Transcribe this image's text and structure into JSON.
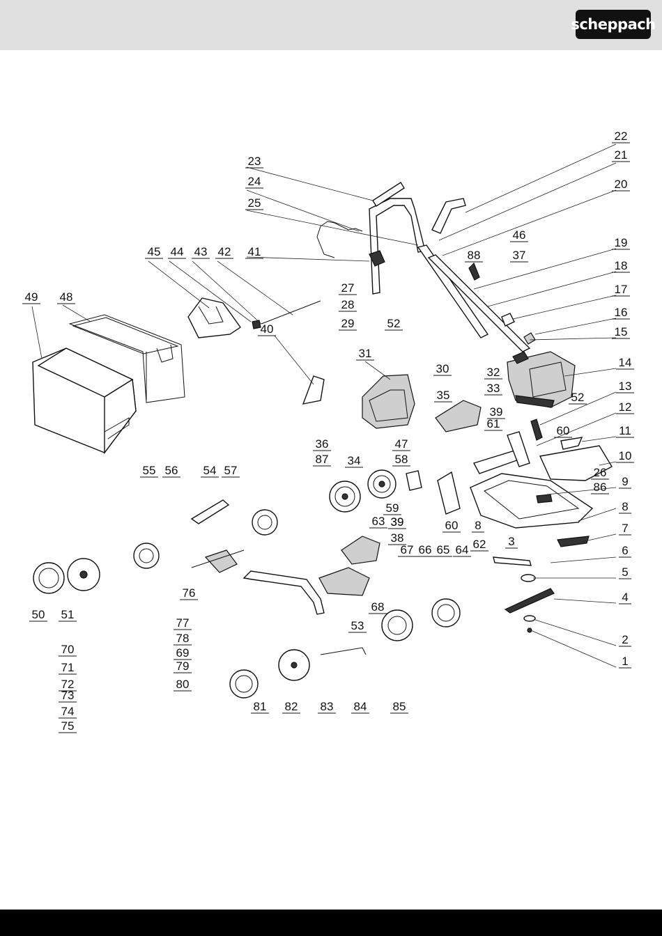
{
  "header": {
    "brand": "scheppach"
  },
  "diagram": {
    "labels": [
      "1",
      "2",
      "3",
      "4",
      "5",
      "6",
      "7",
      "8",
      "8",
      "9",
      "10",
      "11",
      "12",
      "13",
      "14",
      "15",
      "16",
      "17",
      "18",
      "19",
      "20",
      "21",
      "22",
      "23",
      "24",
      "25",
      "26",
      "27",
      "28",
      "29",
      "30",
      "31",
      "32",
      "33",
      "34",
      "35",
      "36",
      "37",
      "38",
      "39",
      "39",
      "39",
      "40",
      "41",
      "42",
      "43",
      "44",
      "45",
      "46",
      "47",
      "48",
      "49",
      "50",
      "51",
      "52",
      "52",
      "53",
      "54",
      "55",
      "56",
      "57",
      "58",
      "59",
      "60",
      "60",
      "61",
      "62",
      "63",
      "64",
      "65",
      "66",
      "67",
      "68",
      "69",
      "70",
      "71",
      "72",
      "73",
      "74",
      "75",
      "76",
      "77",
      "78",
      "79",
      "80",
      "81",
      "82",
      "83",
      "84",
      "85",
      "86",
      "87",
      "88"
    ]
  }
}
